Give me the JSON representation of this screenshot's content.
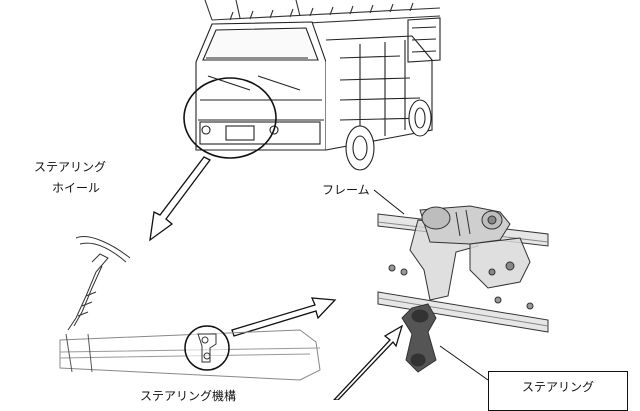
{
  "labels": {
    "steering_wheel_line1": "ステアリング",
    "steering_wheel_line2": "ホイール",
    "frame": "フレーム",
    "steering_mechanism": "ステアリング機構",
    "steering_box": "ステアリング"
  }
}
